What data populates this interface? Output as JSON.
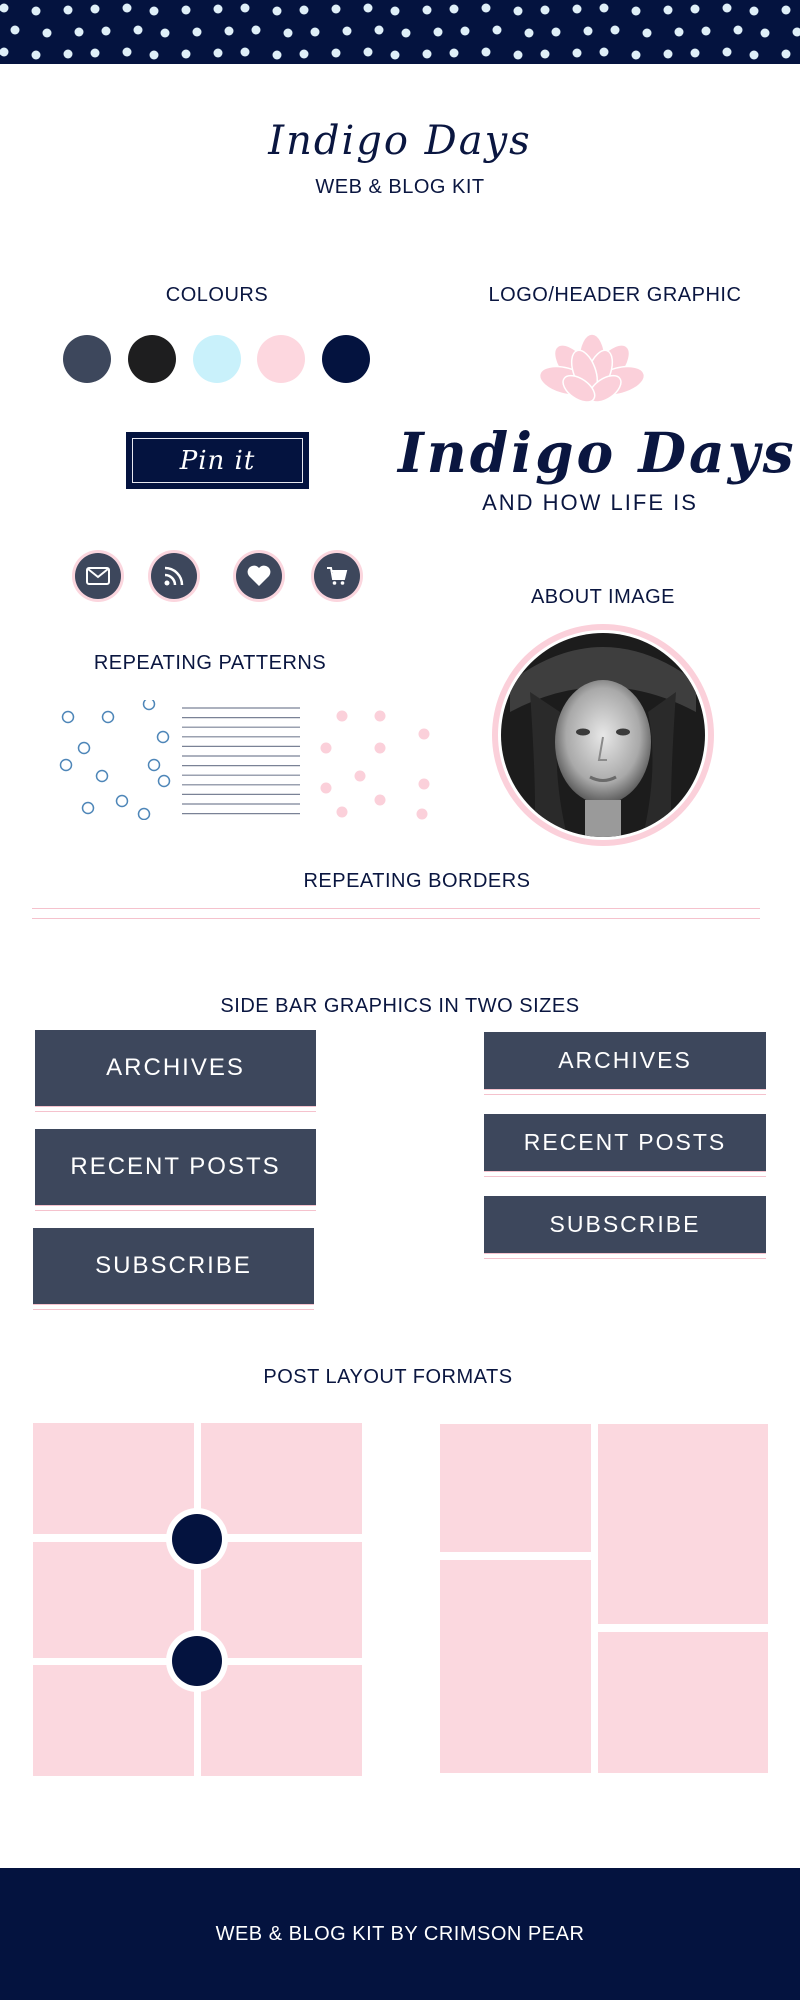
{
  "header": {
    "title": "Indigo Days",
    "subtitle": "WEB & BLOG KIT"
  },
  "colours": {
    "heading": "COLOURS",
    "swatches": [
      "#3d475c",
      "#1e1e1f",
      "#c9f1fb",
      "#fdd7df",
      "#04133f"
    ]
  },
  "logo": {
    "heading": "LOGO/HEADER GRAPHIC",
    "name": "Indigo Days",
    "tagline": "AND HOW LIFE IS",
    "icon": "lotus-flower-icon"
  },
  "pin_button": {
    "label": "Pin it"
  },
  "social_icons": [
    "mail-icon",
    "rss-icon",
    "heart-icon",
    "cart-icon"
  ],
  "about": {
    "heading": "ABOUT IMAGE"
  },
  "patterns": {
    "heading": "REPEATING PATTERNS"
  },
  "borders": {
    "heading": "REPEATING BORDERS"
  },
  "sidebar": {
    "heading": "SIDE BAR GRAPHICS IN TWO SIZES",
    "large": [
      "ARCHIVES",
      "RECENT POSTS",
      "SUBSCRIBE"
    ],
    "small": [
      "ARCHIVES",
      "RECENT POSTS",
      "SUBSCRIBE"
    ]
  },
  "post_layouts": {
    "heading": "POST LAYOUT FORMATS"
  },
  "footer": {
    "text": "WEB & BLOG KIT BY CRIMSON PEAR"
  },
  "accent_colors": {
    "navy": "#04133f",
    "slate": "#3d475c",
    "pink": "#fbd8df"
  }
}
